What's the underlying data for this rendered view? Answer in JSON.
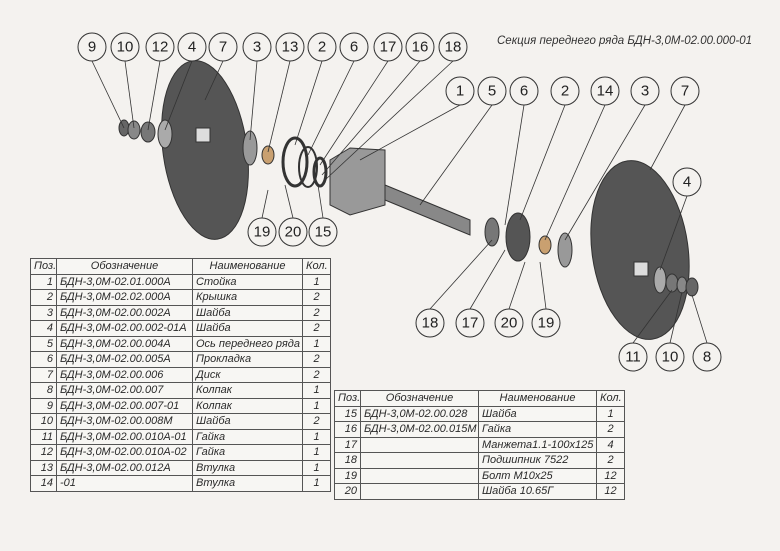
{
  "title": "Секция переднего ряда БДН-3,0М-02.00.000-01",
  "callouts": {
    "left_top": [
      "9",
      "10",
      "12",
      "4",
      "7",
      "3",
      "13",
      "2",
      "6",
      "17",
      "16",
      "18"
    ],
    "left_bottom": [
      "19",
      "20",
      "15"
    ],
    "right_top": [
      "1",
      "5",
      "6",
      "2",
      "14",
      "3",
      "7"
    ],
    "right_side": [
      "4"
    ],
    "right_bottom": [
      "18",
      "17",
      "20",
      "19"
    ],
    "right_end": [
      "11",
      "10",
      "8"
    ]
  },
  "table_headers": {
    "pos": "Поз.",
    "designation": "Обозначение",
    "name": "Наименование",
    "qty": "Кол."
  },
  "parts_table_1": [
    {
      "pos": "1",
      "designation": "БДН-3,0М-02.01.000А",
      "name": "Стойка",
      "qty": "1"
    },
    {
      "pos": "2",
      "designation": "БДН-3,0М-02.02.000А",
      "name": "Крышка",
      "qty": "2"
    },
    {
      "pos": "3",
      "designation": "БДН-3,0М-02.00.002А",
      "name": "Шайба",
      "qty": "2"
    },
    {
      "pos": "4",
      "designation": "БДН-3,0М-02.00.002-01А",
      "name": "Шайба",
      "qty": "2"
    },
    {
      "pos": "5",
      "designation": "БДН-3,0М-02.00.004А",
      "name": "Ось переднего ряда",
      "qty": "1"
    },
    {
      "pos": "6",
      "designation": "БДН-3,0М-02.00.005А",
      "name": "Прокладка",
      "qty": "2"
    },
    {
      "pos": "7",
      "designation": "БДН-3,0М-02.00.006",
      "name": "Диск",
      "qty": "2"
    },
    {
      "pos": "8",
      "designation": "БДН-3,0М-02.00.007",
      "name": "Колпак",
      "qty": "1"
    },
    {
      "pos": "9",
      "designation": "БДН-3,0М-02.00.007-01",
      "name": "Колпак",
      "qty": "1"
    },
    {
      "pos": "10",
      "designation": "БДН-3,0М-02.00.008М",
      "name": "Шайба",
      "qty": "2"
    },
    {
      "pos": "11",
      "designation": "БДН-3,0М-02.00.010А-01",
      "name": "Гайка",
      "qty": "1"
    },
    {
      "pos": "12",
      "designation": "БДН-3,0М-02.00.010А-02",
      "name": "Гайка",
      "qty": "1"
    },
    {
      "pos": "13",
      "designation": "БДН-3,0М-02.00.012А",
      "name": "Втулка",
      "qty": "1"
    },
    {
      "pos": "14",
      "designation": "-01",
      "name": "Втулка",
      "qty": "1"
    }
  ],
  "parts_table_2": [
    {
      "pos": "15",
      "designation": "БДН-3,0М-02.00.028",
      "name": "Шайба",
      "qty": "1"
    },
    {
      "pos": "16",
      "designation": "БДН-3,0М-02.00.015М",
      "name": "Гайка",
      "qty": "2"
    },
    {
      "pos": "17",
      "designation": "",
      "name": "Манжета1.1-100х125",
      "qty": "4"
    },
    {
      "pos": "18",
      "designation": "",
      "name": "Подшипник 7522",
      "qty": "2"
    },
    {
      "pos": "19",
      "designation": "",
      "name": "Болт М10х25",
      "qty": "12"
    },
    {
      "pos": "20",
      "designation": "",
      "name": "Шайба 10.65Г",
      "qty": "12"
    }
  ]
}
